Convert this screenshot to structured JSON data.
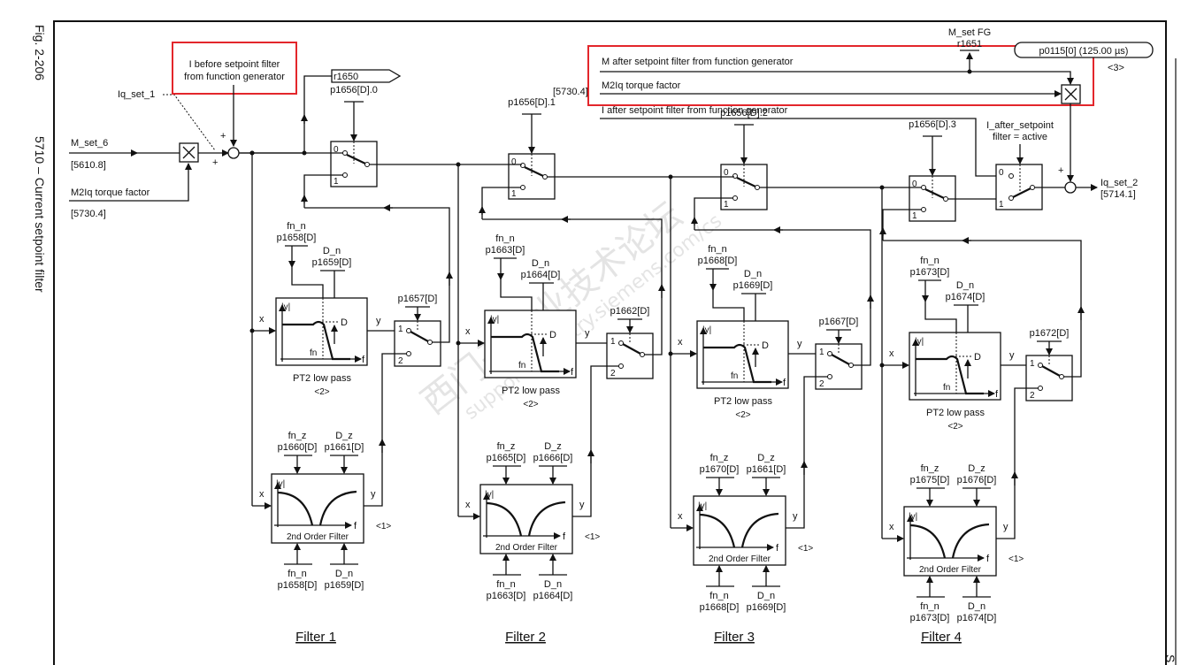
{
  "figure": {
    "number": "Fig. 2-206",
    "title": "5710 – Current setpoint filter",
    "right_edge_letter": "S"
  },
  "inputs": {
    "m_set_6": "M_set_6",
    "m_set_6_ref": "[5610.8]",
    "m2iq_torque_factor": "M2Iq torque factor",
    "m2iq_ref": "[5730.4]",
    "iq_set_1": "Iq_set_1",
    "plus": "+"
  },
  "function_generator": {
    "i_before_line1": "I before setpoint filter",
    "i_before_line2": "from function generator",
    "m_after": "M after setpoint filter from function generator",
    "m2iq": "M2Iq torque factor",
    "m2iq_ref": "[5730.4]",
    "i_after": "I after setpoint filter from function generator",
    "m_set_fg": "M_set FG",
    "r1651": "r1651",
    "sample_time": "p0115[0] (125.00 µs)",
    "note3": "<3>"
  },
  "r1650": "r1650",
  "output": {
    "i_after_active_line1": "I_after_setpoint",
    "i_after_active_line2": "filter = active",
    "iq_set_2": "Iq_set_2",
    "iq_set_2_ref": "[5714.1]"
  },
  "switch_labels": {
    "zero": "0",
    "one": "1",
    "two": "2"
  },
  "filters": [
    {
      "name": "Filter 1",
      "enable": "p1656[D].0",
      "type_select": "p1657[D]",
      "pt2": {
        "fn_label": "fn_n",
        "fn_param": "p1658[D]",
        "d_label": "D_n",
        "d_param": "p1659[D]",
        "caption": "PT2 low pass",
        "note": "<2>"
      },
      "bandstop": {
        "fnz_label": "fn_z",
        "fnz_param": "p1660[D]",
        "dz_label": "D_z",
        "dz_param": "p1661[D]",
        "fnn_label": "fn_n",
        "fnn_param": "p1658[D]",
        "dn_label": "D_n",
        "dn_param": "p1659[D]",
        "caption": "2nd Order Filter",
        "note": "<1>"
      }
    },
    {
      "name": "Filter 2",
      "enable": "p1656[D].1",
      "type_select": "p1662[D]",
      "pt2": {
        "fn_label": "fn_n",
        "fn_param": "p1663[D]",
        "d_label": "D_n",
        "d_param": "p1664[D]",
        "caption": "PT2 low pass",
        "note": "<2>"
      },
      "bandstop": {
        "fnz_label": "fn_z",
        "fnz_param": "p1665[D]",
        "dz_label": "D_z",
        "dz_param": "p1666[D]",
        "fnn_label": "fn_n",
        "fnn_param": "p1663[D]",
        "dn_label": "D_n",
        "dn_param": "p1664[D]",
        "caption": "2nd Order Filter",
        "note": "<1>"
      }
    },
    {
      "name": "Filter 3",
      "enable": "p1656[D].2",
      "type_select": "p1667[D]",
      "pt2": {
        "fn_label": "fn_n",
        "fn_param": "p1668[D]",
        "d_label": "D_n",
        "d_param": "p1669[D]",
        "caption": "PT2 low pass",
        "note": "<2>"
      },
      "bandstop": {
        "fnz_label": "fn_z",
        "fnz_param": "p1670[D]",
        "dz_label": "D_z",
        "dz_param": "p1661[D]",
        "fnn_label": "fn_n",
        "fnn_param": "p1668[D]",
        "dn_label": "D_n",
        "dn_param": "p1669[D]",
        "caption": "2nd Order Filter",
        "note": "<1>"
      }
    },
    {
      "name": "Filter 4",
      "enable": "p1656[D].3",
      "type_select": "p1672[D]",
      "pt2": {
        "fn_label": "fn_n",
        "fn_param": "p1673[D]",
        "d_label": "D_n",
        "d_param": "p1674[D]",
        "caption": "PT2 low pass",
        "note": "<2>"
      },
      "bandstop": {
        "fnz_label": "fn_z",
        "fnz_param": "p1675[D]",
        "dz_label": "D_z",
        "dz_param": "p1676[D]",
        "fnn_label": "fn_n",
        "fnn_param": "p1673[D]",
        "dn_label": "D_n",
        "dn_param": "p1674[D]",
        "caption": "2nd Order Filter",
        "note": "<1>"
      }
    }
  ],
  "plot_labels": {
    "y_axis": "|y|",
    "x_axis": "f",
    "fn": "fn",
    "d": "D",
    "x": "x",
    "y": "y"
  },
  "watermark": {
    "line1": "西门子工业技术论坛",
    "line2": "support.industry.siemens.com/cs"
  }
}
